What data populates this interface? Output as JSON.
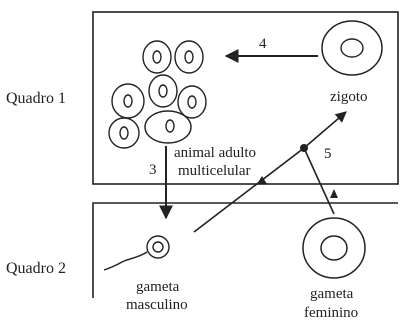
{
  "panels": {
    "panel1_label": "Quadro 1",
    "panel2_label": "Quadro 2"
  },
  "labels": {
    "zygote": "zigoto",
    "adult_line1": "animal adulto",
    "adult_line2": "multicelular",
    "male_gamete_line1": "gameta",
    "male_gamete_line2": "masculino",
    "female_gamete_line1": "gameta",
    "female_gamete_line2": "feminino"
  },
  "steps": {
    "step3": "3",
    "step4": "4",
    "step5": "5"
  }
}
